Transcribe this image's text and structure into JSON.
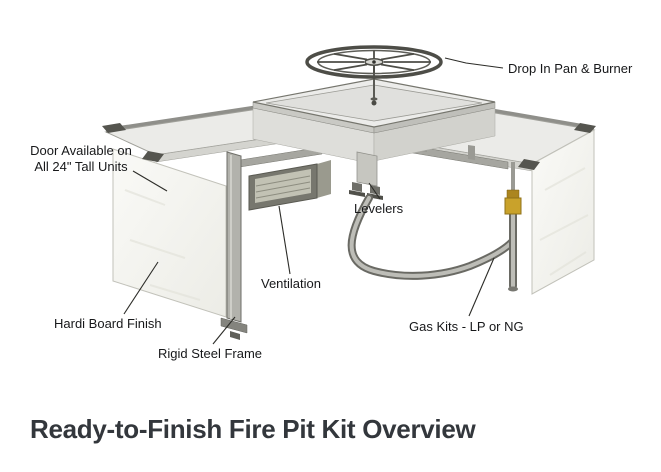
{
  "diagram": {
    "title": "Ready-to-Finish Fire Pit Kit Overview",
    "callouts": {
      "drop_in_pan_burner": "Drop In Pan & Burner",
      "door_line1": "Door Available on",
      "door_line2": "All 24\" Tall Units",
      "levelers": "Levelers",
      "ventilation": "Ventilation",
      "hardi_board_finish": "Hardi Board Finish",
      "rigid_steel_frame": "Rigid Steel Frame",
      "gas_kits": "Gas Kits - LP or NG"
    },
    "parts": [
      "burner-ring",
      "drop-in-pan",
      "left-counter",
      "right-counter",
      "hardi-panel-left",
      "hardi-panel-right",
      "vent-grille",
      "steel-post",
      "center-support-levelers",
      "gas-flex-line",
      "gas-riser",
      "brass-valve"
    ],
    "colors": {
      "background": "#ffffff",
      "title_text": "#33373c",
      "label_text": "#17181a",
      "leader_line": "#2c2c28",
      "steel_gray": "#a6a6a0",
      "panel_white": "#f7f7f3",
      "brass_fitting": "#c9a22b"
    }
  }
}
